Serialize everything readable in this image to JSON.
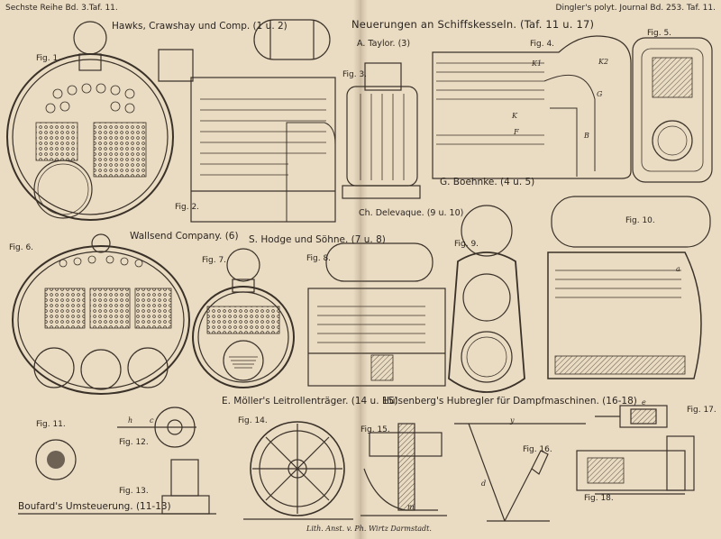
{
  "header": {
    "left": "Sechste Reihe Bd. 3.Taf. 11.",
    "right": "Dingler's polyt. Journal Bd. 253. Taf. 11."
  },
  "title": "Neuerungen an Schiffskesseln. (Taf. 11 u. 17)",
  "captions": {
    "hawks": "Hawks, Crawshay und Comp. (1 u. 2)",
    "taylor": "A. Taylor. (3)",
    "boehnke": "G. Boehnke. (4 u. 5)",
    "delevaque": "Ch. Delevaque. (9 u. 10)",
    "wallsend": "Wallsend Company. (6)",
    "hodge": "S. Hodge und Söhne. (7 u. 8)",
    "moeller": "E. Möller's Leitrollenträger. (14 u. 15)",
    "huelsenberg": "Hülsenberg's Hubregler für Dampfmaschinen. (16-18)",
    "boufard": "Boufard's Umsteuerung. (11-13)",
    "footer": "Lith. Anst. v. Ph. Wirtz Darmstadt."
  },
  "figures": {
    "f1": "Fig. 1.",
    "f2": "Fig. 2.",
    "f3": "Fig. 3.",
    "f4": "Fig. 4.",
    "f5": "Fig. 5.",
    "f6": "Fig. 6.",
    "f7": "Fig. 7.",
    "f8": "Fig. 8.",
    "f9": "Fig. 9.",
    "f10": "Fig. 10.",
    "f11": "Fig. 11.",
    "f12": "Fig. 12.",
    "f13": "Fig. 13.",
    "f14": "Fig. 14.",
    "f15": "Fig. 15.",
    "f16": "Fig. 16.",
    "f17": "Fig. 17.",
    "f18": "Fig. 18."
  },
  "labels": {
    "k1": "K1",
    "k2": "K2",
    "g": "G",
    "f": "F",
    "k": "K",
    "b": "B",
    "a": "a",
    "c": "c",
    "d": "d",
    "h": "h",
    "e": "e",
    "y": "y",
    "m": "m"
  },
  "colors": {
    "paper": "#eadcc3",
    "ink": "#2b2520"
  }
}
